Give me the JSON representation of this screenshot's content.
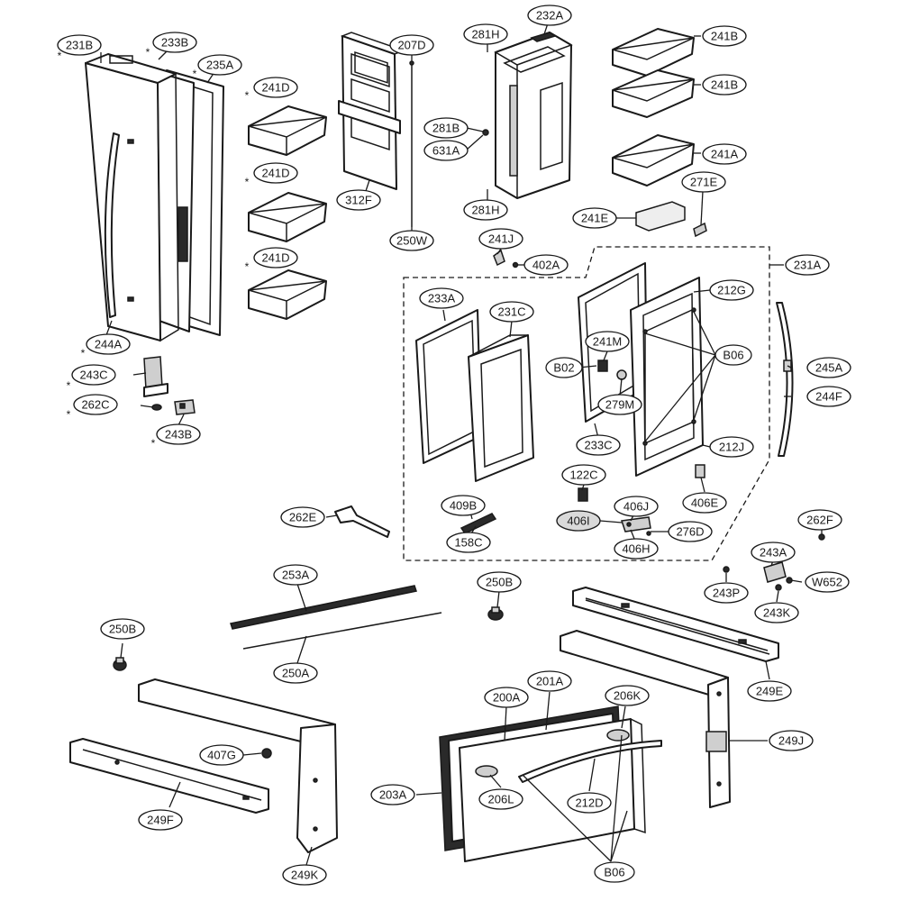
{
  "diagram": {
    "labels": {
      "l231B": "231B",
      "l233B": "233B",
      "l235A": "235A",
      "l241D_1": "241D",
      "l241D_2": "241D",
      "l241D_3": "241D",
      "l244A": "244A",
      "l243C": "243C",
      "l262C": "262C",
      "l243B": "243B",
      "l207D": "207D",
      "l312F": "312F",
      "l250W": "250W",
      "l281H_top": "281H",
      "l281B": "281B",
      "l631A": "631A",
      "l281H_bottom": "281H",
      "l232A": "232A",
      "l241B_1": "241B",
      "l241B_2": "241B",
      "l241A": "241A",
      "l271E": "271E",
      "l241E": "241E",
      "l241J": "241J",
      "l402A": "402A",
      "l231A": "231A",
      "l233A": "233A",
      "l231C": "231C",
      "l212G": "212G",
      "l241M": "241M",
      "l B02": "B02",
      "lB02": "B02",
      "lB06_door": "B06",
      "l279M": "279M",
      "l245A": "245A",
      "l244F": "244F",
      "l233C": "233C",
      "l212J": "212J",
      "l122C": "122C",
      "l406J": "406J",
      "l406E": "406E",
      "l406I": "406I",
      "l276D": "276D",
      "l406H": "406H",
      "l409B": "409B",
      "l158C": "158C",
      "l262E": "262E",
      "l262F": "262F",
      "l243A": "243A",
      "l243P": "243P",
      "lW652": "W652",
      "l243K": "243K",
      "l253A": "253A",
      "l250A": "250A",
      "l250B_left": "250B",
      "l250B_center": "250B",
      "l249E": "249E",
      "l249J": "249J",
      "l249F": "249F",
      "l249K": "249K",
      "l407G": "407G",
      "l200A": "200A",
      "l201A": "201A",
      "l206K": "206K",
      "l203A": "203A",
      "l206L": "206L",
      "l212D": "212D",
      "lB06_drawer": "B06"
    },
    "asterisk": "*"
  }
}
